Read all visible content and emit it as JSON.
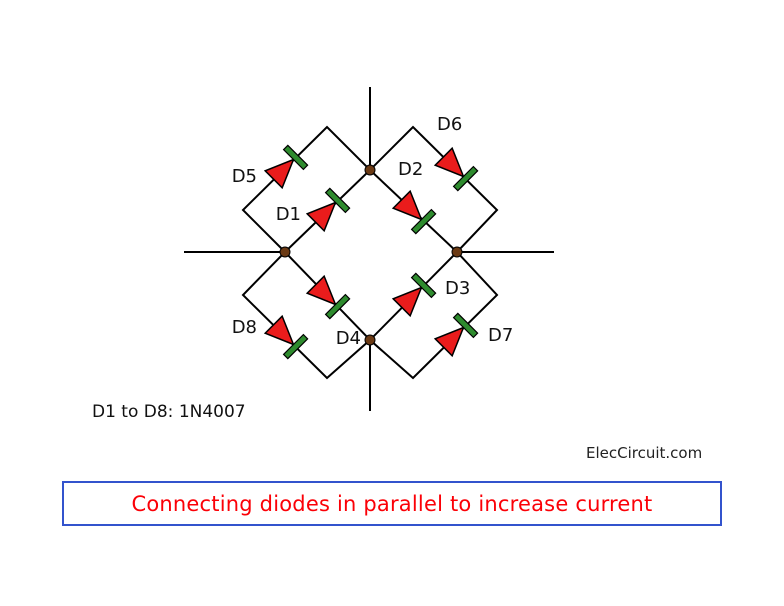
{
  "circuit": {
    "diodes": [
      {
        "label": "D1"
      },
      {
        "label": "D2"
      },
      {
        "label": "D3"
      },
      {
        "label": "D4"
      },
      {
        "label": "D5"
      },
      {
        "label": "D6"
      },
      {
        "label": "D7"
      },
      {
        "label": "D8"
      }
    ],
    "note": "D1 to D8: 1N4007",
    "watermark": "ElecCircuit.com",
    "colors": {
      "wire": "#000000",
      "diode_body": "#ea1c1c",
      "cathode_band": "#2e8b2e",
      "node_dot": "#6b3a14",
      "banner_border": "#3353cd",
      "banner_text": "#fb0007"
    }
  },
  "banner": {
    "text": "Connecting diodes in parallel to increase current"
  }
}
